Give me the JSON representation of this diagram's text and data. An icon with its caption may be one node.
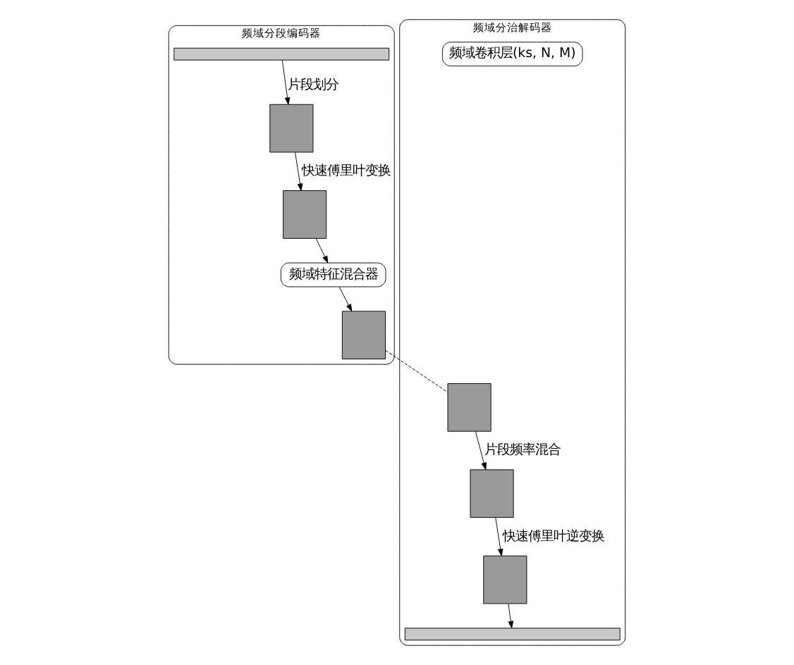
{
  "diagram": {
    "nodes": [
      {
        "text": [
          "频域分段编码器"
        ]
      },
      {
        "text": [],
        "shape": "bar",
        "in": 0
      },
      {
        "text": [],
        "shape": "box",
        "in": 0
      },
      {
        "text": [],
        "shape": "box",
        "in": 0
      },
      {
        "text": [
          "频域特征混合器"
        ],
        "in": 0
      },
      {
        "text": [],
        "shape": "box",
        "in": 0
      },
      {
        "text": [
          "频域分治解码器"
        ]
      },
      {
        "text": [
          "频域卷积层(ks, N, M)"
        ],
        "in": 6
      },
      {
        "text": [],
        "shape": "box",
        "in": 6
      },
      {
        "text": [],
        "shape": "box",
        "in": 6
      },
      {
        "text": [],
        "shape": "box",
        "in": 6
      },
      {
        "text": [],
        "shape": "bar",
        "in": 6
      }
    ],
    "edges": [
      {
        "from": 1,
        "to": 2,
        "arrow": "to",
        "label": "片段划分"
      },
      {
        "from": 2,
        "to": 3,
        "arrow": "to",
        "label": "快速傅里叶变换"
      },
      {
        "from": 3,
        "to": 4,
        "arrow": "to"
      },
      {
        "from": 4,
        "to": 5,
        "arrow": "to"
      },
      {
        "from": 5,
        "to": 8,
        "arrow": "none",
        "style": "dashed"
      },
      {
        "from": 8,
        "to": 9,
        "arrow": "to",
        "label": "片段频率混合"
      },
      {
        "from": 9,
        "to": 10,
        "arrow": "to",
        "label": "快速傅里叶逆变换"
      },
      {
        "from": 10,
        "to": 11,
        "arrow": "to"
      }
    ]
  }
}
